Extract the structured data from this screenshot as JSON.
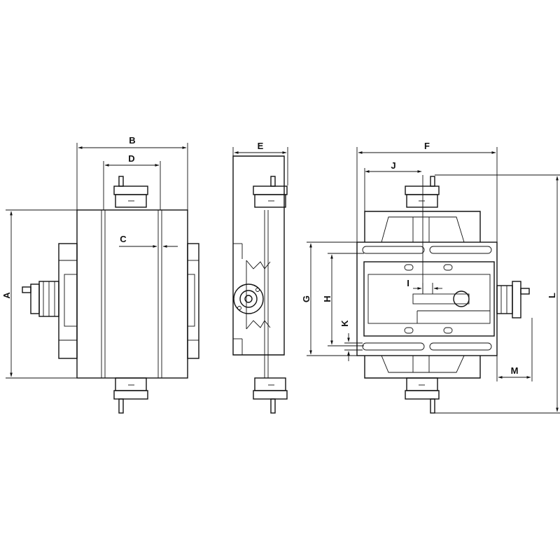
{
  "diagram": {
    "dimension_labels": {
      "A": "A",
      "B": "B",
      "C": "C",
      "D": "D",
      "E": "E",
      "F": "F",
      "G": "G",
      "H": "H",
      "I": "I",
      "J": "J",
      "K": "K",
      "L": "L",
      "M": "M"
    },
    "colors": {
      "line": "#111111",
      "background": "#ffffff"
    }
  }
}
